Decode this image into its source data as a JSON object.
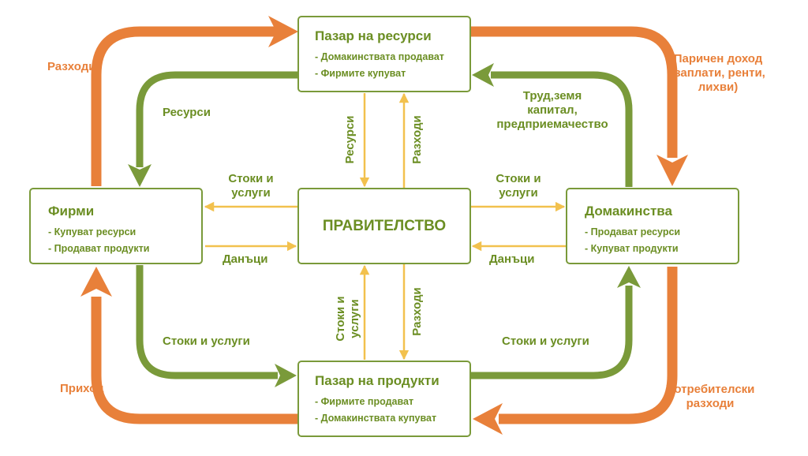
{
  "nodes": {
    "resource_market": {
      "title": "Пазар на ресурси",
      "items": [
        "- Домакинствата продават",
        "- Фирмите купуват"
      ]
    },
    "product_market": {
      "title": "Пазар на продукти",
      "items": [
        "- Фирмите продават",
        "- Домакинствата купуват"
      ]
    },
    "firms": {
      "title": "Фирми",
      "items": [
        "- Купуват ресурси",
        "- Продават продукти"
      ]
    },
    "households": {
      "title": "Домакинства",
      "items": [
        "- Продават ресурси",
        "- Купуват продукти"
      ]
    },
    "government": {
      "title": "ПРАВИТЕЛСТВО"
    }
  },
  "labels": {
    "expenses_top_left": "Разходи",
    "resources_left": "Ресурси",
    "money_income_1": "Паричен доход",
    "money_income_2": "(заплати, ренти,",
    "money_income_3": "лихви)",
    "factors_1": "Труд,земя",
    "factors_2": "капитал,",
    "factors_3": "предприемачество",
    "goods_firms_1": "Стоки и",
    "goods_firms_2": "услуги",
    "taxes_firms": "Данъци",
    "goods_households_1": "Стоки и",
    "goods_households_2": "услуги",
    "taxes_households": "Данъци",
    "gov_resources": "Ресурси",
    "gov_expenses_top": "Разходи",
    "gov_goods_1": "Стоки и",
    "gov_goods_2": "услуги",
    "gov_expenses_bottom": "Разходи",
    "goods_bottom_left": "Стоки и услуги",
    "goods_bottom_right": "Стоки и услуги",
    "income_bottom_left": "Приход",
    "consumer_spending_1": "Потребителски",
    "consumer_spending_2": "разходи"
  },
  "colors": {
    "orange": "#e8803a",
    "green": "#7a9a3a",
    "yellow": "#f2c14e"
  }
}
